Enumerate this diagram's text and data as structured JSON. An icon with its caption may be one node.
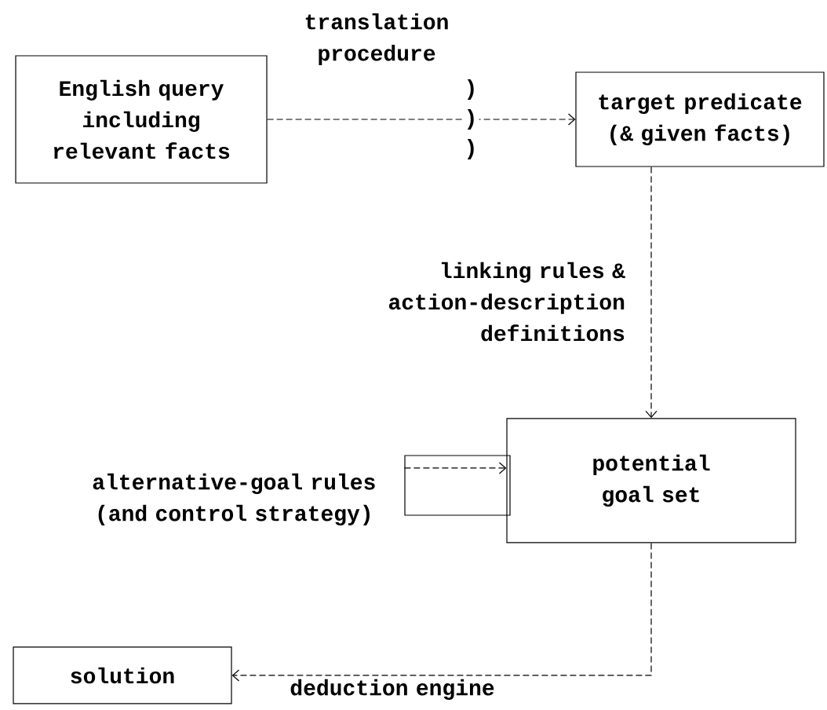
{
  "diagram": {
    "nodes": [
      {
        "text": [
          "English query including relevant facts"
        ]
      },
      {
        "text": [
          "target predicate (& given facts)"
        ]
      },
      {
        "text": [
          "potential goal set"
        ]
      },
      {
        "text": [
          "solution"
        ]
      },
      {
        "text": [],
        "shape": "box",
        "beside": [
          "alternative-goal rules (and control strategy)"
        ]
      }
    ],
    "edges": [
      {
        "from": 0,
        "to": 1,
        "arrow": "to",
        "style": "dashed",
        "label": "translation procedure"
      },
      {
        "from": 1,
        "to": 2,
        "arrow": "to",
        "style": "dashed",
        "label": "linking rules & action-description definitions"
      },
      {
        "from": 4,
        "to": 2,
        "arrow": "to",
        "style": "dashed"
      },
      {
        "from": 2,
        "to": 3,
        "arrow": "to",
        "style": "dashed",
        "label": "deduction engine"
      }
    ],
    "labels": [
      ")",
      ")",
      ")"
    ]
  }
}
